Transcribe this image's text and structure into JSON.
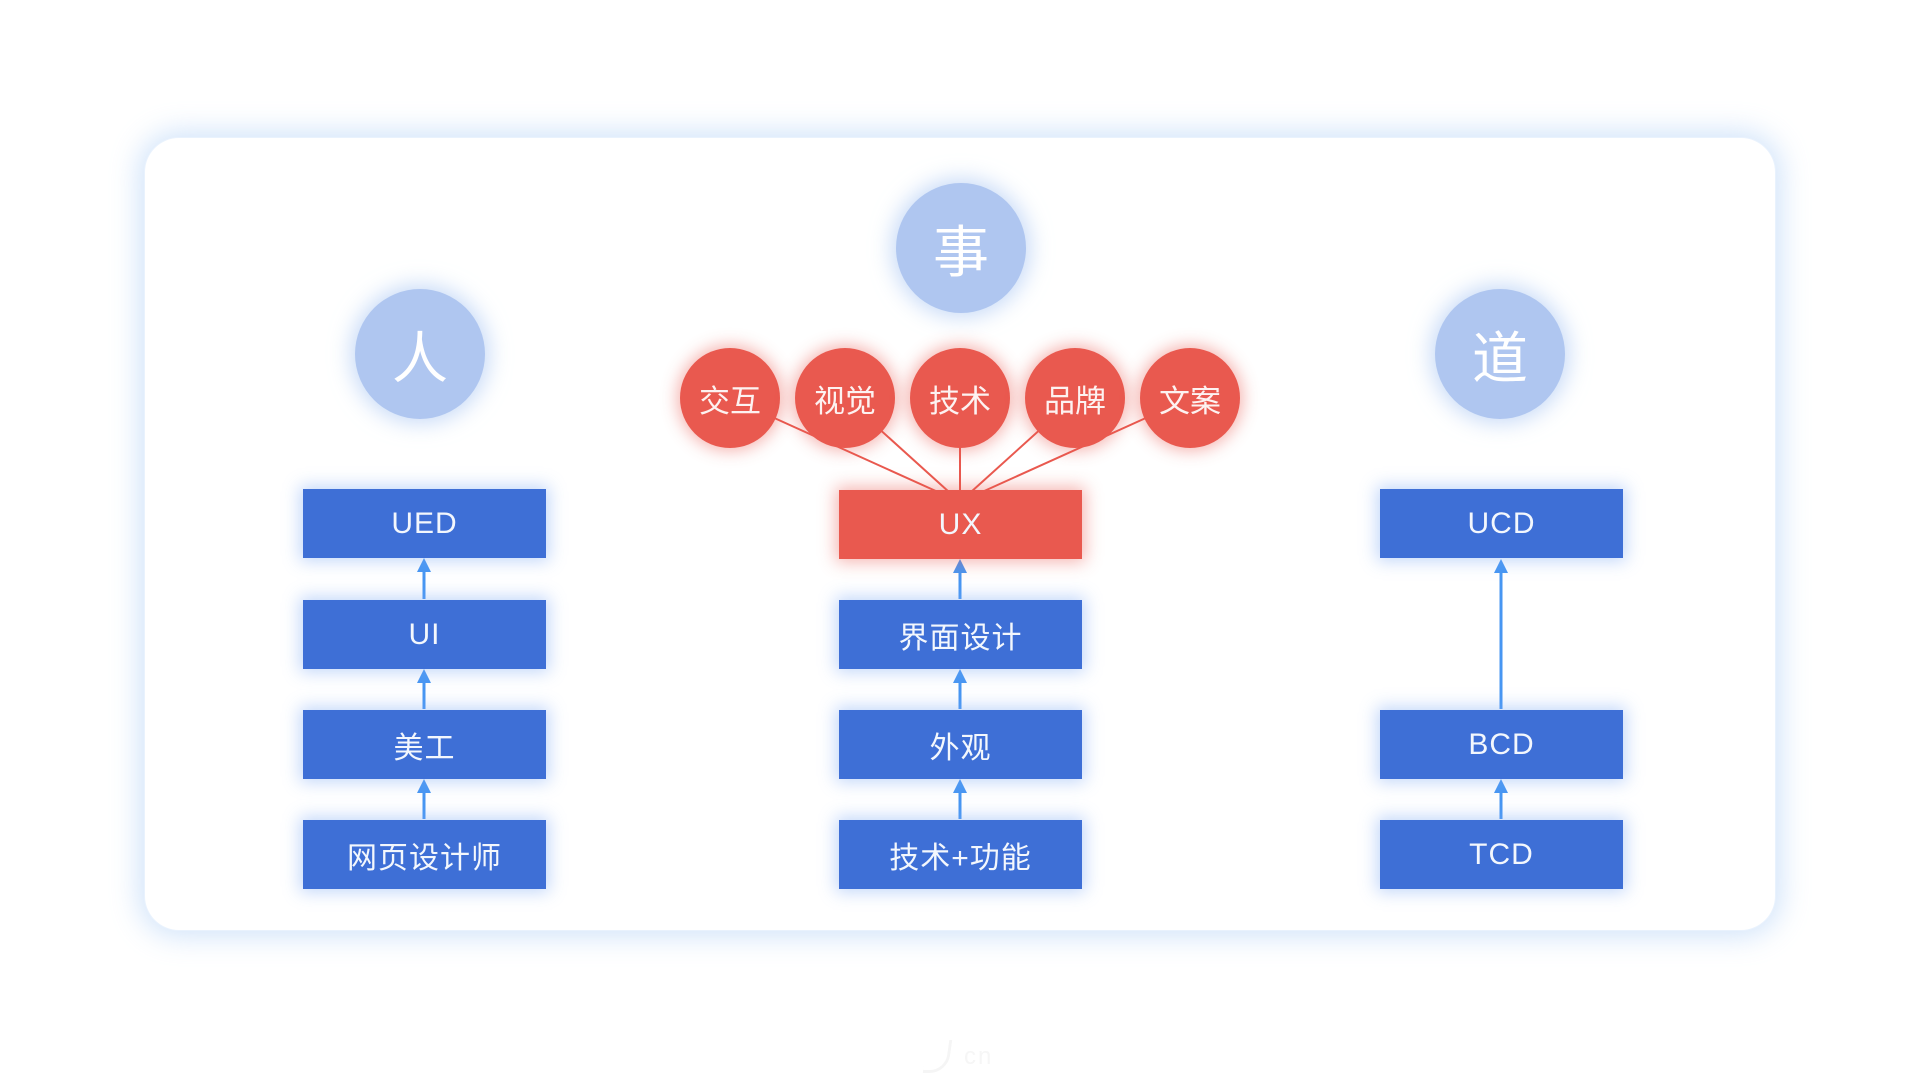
{
  "concepts": {
    "people": "人",
    "matters": "事",
    "principles": "道"
  },
  "skills": [
    "交互",
    "视觉",
    "技术",
    "品牌",
    "文案"
  ],
  "columns": {
    "left": {
      "boxes": [
        "UED",
        "UI",
        "美工",
        "网页设计师"
      ]
    },
    "center": {
      "boxes": [
        "UX",
        "界面设计",
        "外观",
        "技术+功能"
      ]
    },
    "right": {
      "boxes": [
        "UCD",
        "BCD",
        "TCD"
      ]
    }
  },
  "watermark": "cn",
  "colors": {
    "node_blue": "#3e6fd6",
    "node_red": "#e9594f",
    "concept_circle_blue": "#afc6f0",
    "arrow_blue": "#4796f2",
    "connector_red": "#e9594f",
    "panel_glow": "#cfe2fa",
    "background": "#ffffff"
  }
}
